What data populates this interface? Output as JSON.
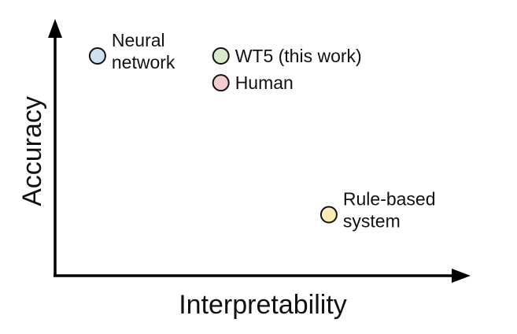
{
  "chart_data": {
    "type": "scatter",
    "title": "",
    "xlabel": "Interpretability",
    "ylabel": "Accuracy",
    "xlim": [
      0,
      10
    ],
    "ylim": [
      0,
      10
    ],
    "grid": false,
    "legend": "none",
    "points": [
      {
        "label_lines": [
          "Neural",
          "network"
        ],
        "x": 1.1,
        "y": 9.0,
        "color": "#cfe0f2"
      },
      {
        "label_lines": [
          "WT5 (this work)"
        ],
        "x": 4.3,
        "y": 9.0,
        "color": "#d6ebcc"
      },
      {
        "label_lines": [
          "Human"
        ],
        "x": 4.3,
        "y": 7.9,
        "color": "#f5cccc"
      },
      {
        "label_lines": [
          "Rule-based",
          "system"
        ],
        "x": 7.1,
        "y": 2.5,
        "color": "#fcecb3"
      }
    ]
  }
}
